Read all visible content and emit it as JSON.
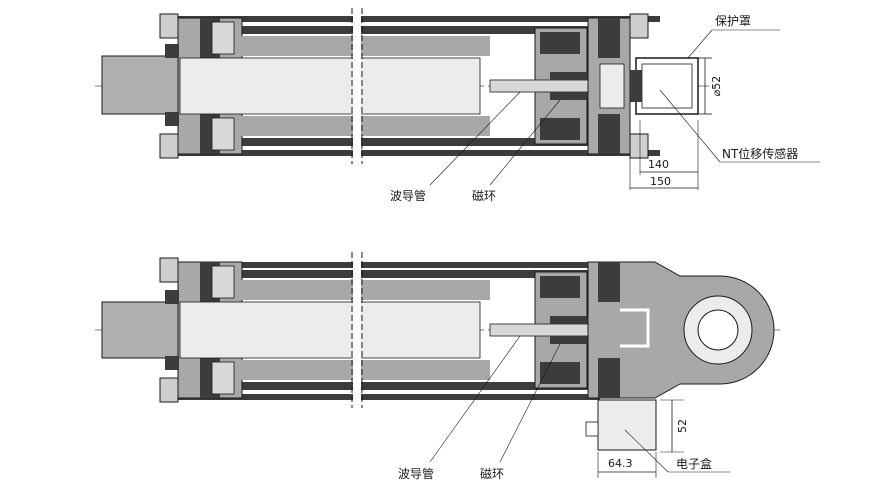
{
  "top_drawing": {
    "labels": {
      "protective_cover": "保护罩",
      "waveguide": "波导管",
      "magnetic_ring": "磁环",
      "sensor": "NT位移传感器"
    },
    "dims": {
      "diameter": "⌀52",
      "len_inner": "140",
      "len_outer": "150"
    }
  },
  "bottom_drawing": {
    "labels": {
      "waveguide": "波导管",
      "magnetic_ring": "磁环",
      "electronic_box": "电子盒"
    },
    "dims": {
      "height": "52",
      "width": "64.3"
    }
  },
  "colors": {
    "fill": "#a8a8a8",
    "dark": "#3c3c3c",
    "steel": "#d8d8d8",
    "line": "#1a1a1a"
  }
}
